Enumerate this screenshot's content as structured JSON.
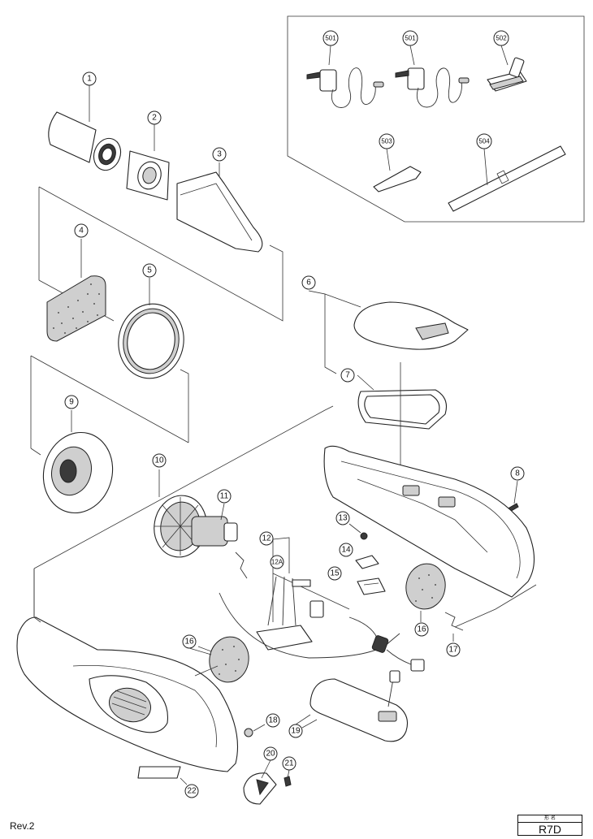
{
  "revision": "Rev.2",
  "model": {
    "caption": "形 名",
    "name": "R7D"
  },
  "callouts": [
    "1",
    "2",
    "3",
    "4",
    "5",
    "6",
    "7",
    "8",
    "9",
    "10",
    "11",
    "12",
    "12A",
    "13",
    "14",
    "15",
    "16",
    "16",
    "17",
    "18",
    "19",
    "20",
    "21",
    "22",
    "501",
    "501",
    "502",
    "503",
    "504"
  ]
}
